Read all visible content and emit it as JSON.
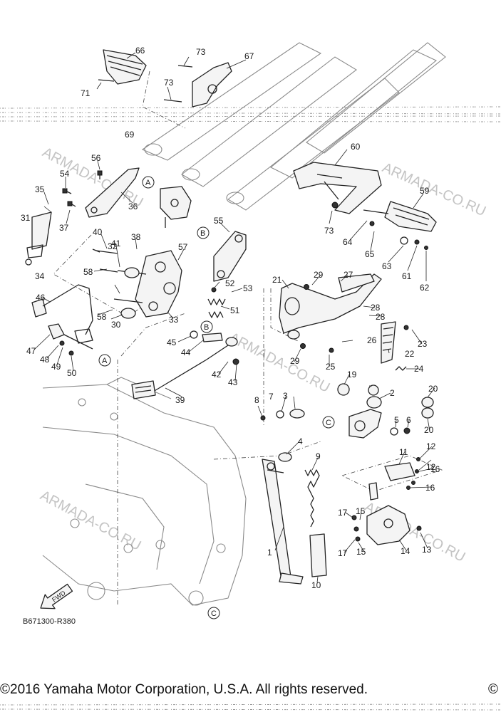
{
  "diagram": {
    "reference_code": "B671300-R380",
    "fwd_label": "FWD",
    "callout_letters": [
      "A",
      "A",
      "B",
      "B",
      "C",
      "C"
    ],
    "watermark": "ARMADA-CO.RU",
    "part_numbers": [
      "1",
      "2",
      "3",
      "4",
      "5",
      "6",
      "7",
      "8",
      "9",
      "10",
      "11",
      "12",
      "12",
      "13",
      "14",
      "15",
      "15",
      "16",
      "16",
      "17",
      "17",
      "19",
      "20",
      "20",
      "21",
      "22",
      "23",
      "24",
      "25",
      "26",
      "27",
      "28",
      "28",
      "29",
      "29",
      "30",
      "31",
      "32",
      "33",
      "34",
      "35",
      "36",
      "37",
      "38",
      "39",
      "40",
      "41",
      "42",
      "43",
      "44",
      "45",
      "46",
      "47",
      "48",
      "49",
      "50",
      "51",
      "52",
      "53",
      "54",
      "55",
      "56",
      "57",
      "58",
      "58",
      "59",
      "60",
      "61",
      "62",
      "63",
      "64",
      "65",
      "66",
      "67",
      "69",
      "71",
      "73",
      "73",
      "73"
    ]
  },
  "footer": {
    "copyright": "©2016 Yamaha Motor Corporation, U.S.A. All rights reserved.",
    "trailing_mark": "©"
  }
}
